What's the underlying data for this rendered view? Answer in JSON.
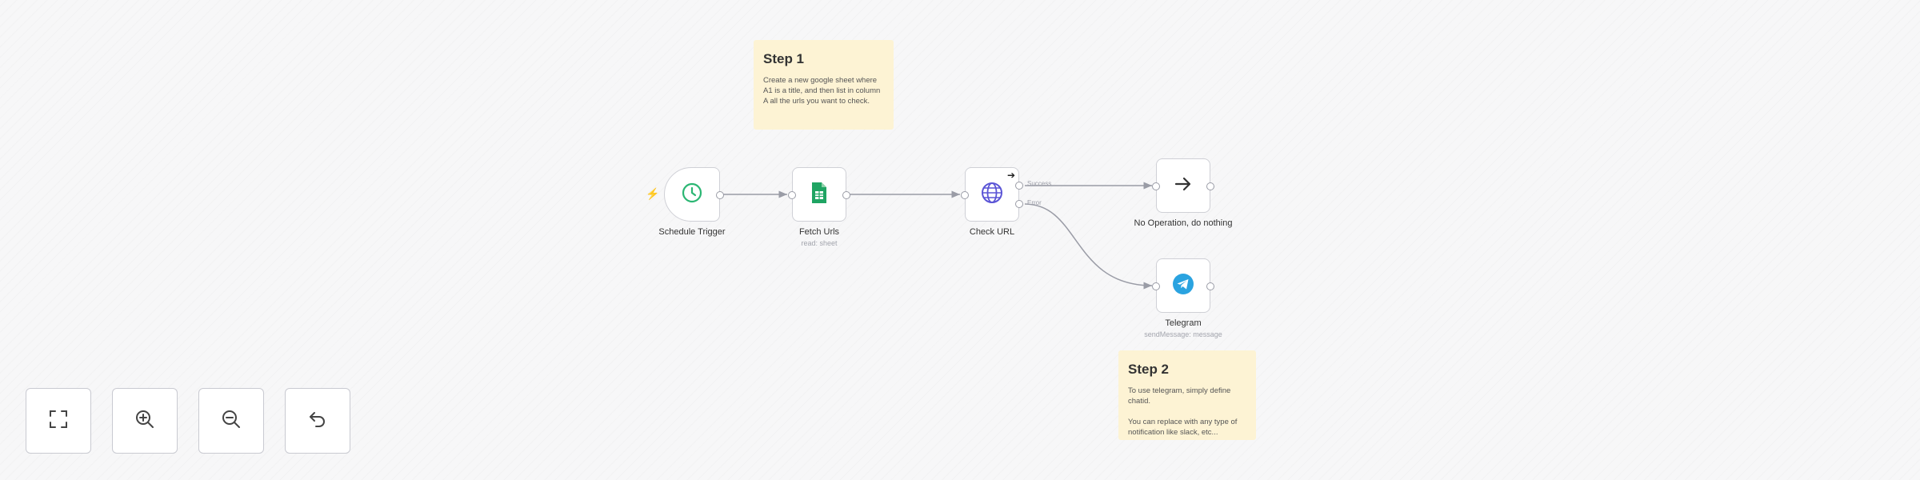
{
  "sticky_notes": [
    {
      "title": "Step 1",
      "text": "Create a new google sheet where A1 is a title, and then list in column A all the urls you want to check."
    },
    {
      "title": "Step 2",
      "text": "To use telegram, simply define chatid.\n\nYou can replace with any type of notification like slack, etc..."
    }
  ],
  "nodes": {
    "schedule_trigger": {
      "label": "Schedule Trigger",
      "icon": "clock-icon",
      "color": "#2bb673"
    },
    "fetch_urls": {
      "label": "Fetch Urls",
      "subtitle": "read: sheet",
      "icon": "google-sheets-icon",
      "color": "#1fa463"
    },
    "check_url": {
      "label": "Check URL",
      "icon": "globe-icon",
      "color": "#5b55d6"
    },
    "no_operation": {
      "label": "No Operation, do nothing",
      "icon": "arrow-right-icon",
      "color": "#333333"
    },
    "telegram": {
      "label": "Telegram",
      "subtitle": "sendMessage: message",
      "icon": "telegram-icon",
      "color": "#2aa3e0"
    }
  },
  "edge_labels": {
    "success": "Success",
    "error": "Error"
  },
  "controls": [
    {
      "name": "fit-view-button",
      "icon": "fullscreen-icon"
    },
    {
      "name": "zoom-in-button",
      "icon": "zoom-in-icon"
    },
    {
      "name": "zoom-out-button",
      "icon": "zoom-out-icon"
    },
    {
      "name": "reset-zoom-button",
      "icon": "undo-icon"
    }
  ]
}
